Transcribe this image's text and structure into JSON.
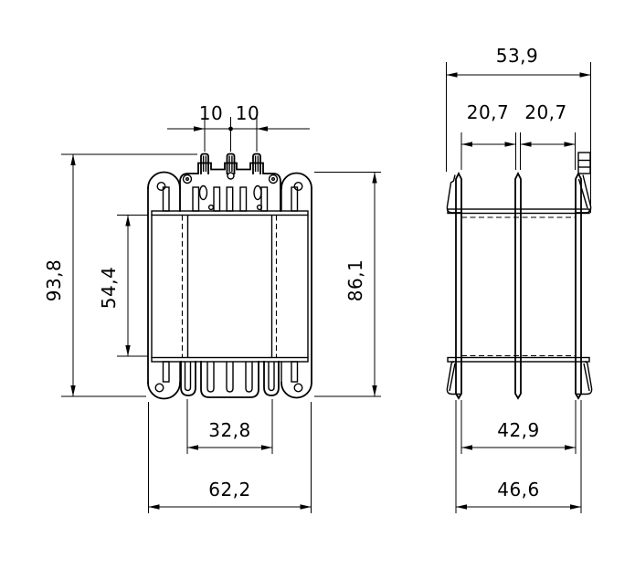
{
  "drawing": {
    "kind": "technical-drawing",
    "colors": {
      "background": "#ffffff",
      "line": "#000000"
    },
    "front_view": {
      "dims": {
        "pin_pitch_left": "10",
        "pin_pitch_right": "10",
        "total_height": "93,8",
        "window_height": "54,4",
        "body_height": "86,1",
        "slot_spacing": "32,8",
        "total_width": "62,2"
      }
    },
    "side_view": {
      "dims": {
        "total_depth": "53,9",
        "pitch_left": "20,7",
        "pitch_right": "20,7",
        "inner_depth": "42,9",
        "outer_depth": "46,6"
      }
    }
  }
}
